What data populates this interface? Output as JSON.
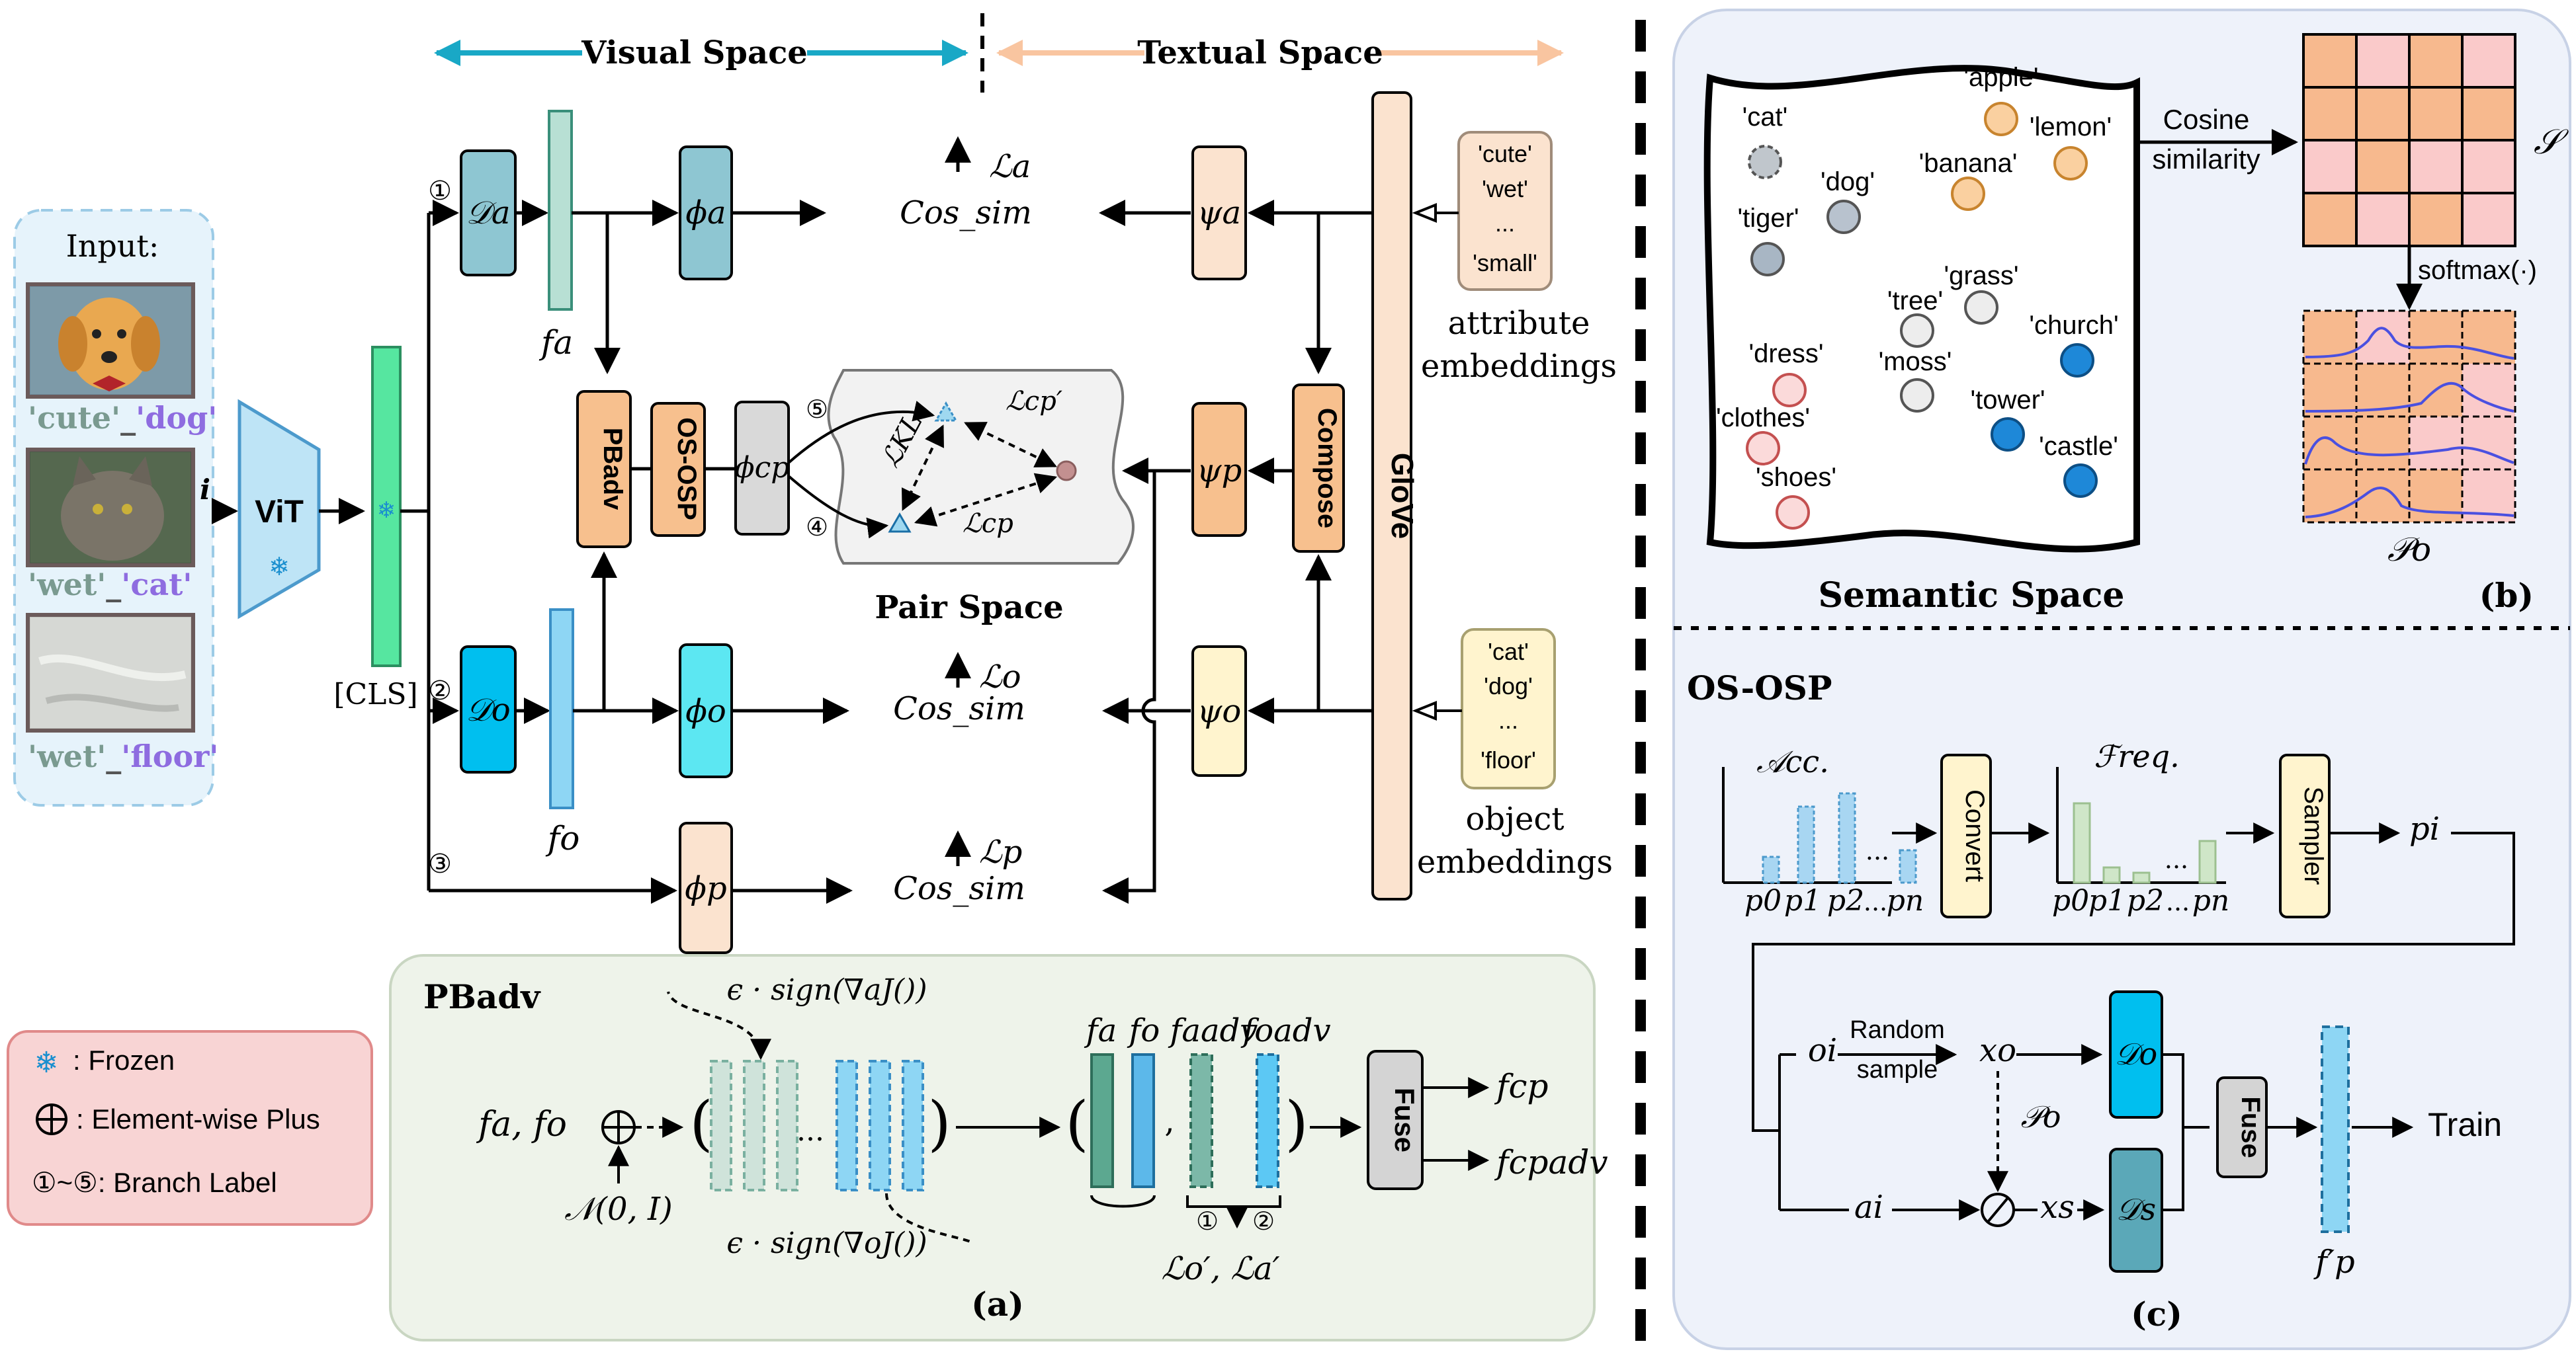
{
  "panel_a": {
    "header": {
      "visual_space": "Visual Space",
      "textual_space": "Textual Space"
    },
    "input": {
      "title": "Input:",
      "samples": [
        {
          "attr": "'cute'",
          "sep": "_",
          "obj": "'dog'"
        },
        {
          "attr": "'wet'",
          "sep": "_",
          "obj": "'cat'"
        },
        {
          "attr": "'wet'",
          "sep": "_",
          "obj": "'floor'"
        }
      ]
    },
    "i_label": "i",
    "vit_label": "ViT",
    "cls_label": "[CLS]",
    "branches": {
      "b1": "①",
      "b2": "②",
      "b3": "③",
      "b4": "④",
      "b5": "⑤"
    },
    "modules": {
      "d_a": "𝒟a",
      "d_o": "𝒟o",
      "f_a": "fa",
      "f_o": "fo",
      "phi_a": "ϕa",
      "phi_o": "ϕo",
      "phi_p": "ϕp",
      "phi_cp": "ϕcp",
      "psi_a": "ψa",
      "psi_o": "ψo",
      "psi_p": "ψp",
      "pbadv": "PBadv",
      "os_osp": "OS-OSP",
      "compose": "Compose",
      "glove": "GloVe"
    },
    "cos_sim": {
      "label": "Cos_sim",
      "loss_a": "ℒa",
      "loss_o": "ℒo",
      "loss_p": "ℒp"
    },
    "pair_space": {
      "title": "Pair Space",
      "l_kl": "ℒKL",
      "l_cp_prime": "ℒcp′",
      "l_cp": "ℒcp"
    },
    "attr_embed": {
      "items": [
        "'cute'",
        "'wet'",
        "...",
        "'small'"
      ],
      "caption_1": "attribute",
      "caption_2": "embeddings"
    },
    "obj_embed": {
      "items": [
        "'cat'",
        "'dog'",
        "...",
        "'floor'"
      ],
      "caption_1": "object",
      "caption_2": "embeddings"
    },
    "legend": {
      "frozen": ": Frozen",
      "plus": ": Element-wise Plus",
      "branch": "①~⑤: Branch Label"
    },
    "pbadv_box": {
      "title": "PBadv",
      "inputs": "fa, fo",
      "noise": "𝒩(0, I)",
      "eps_a": "ϵ · sign(∇aJ())",
      "eps_o": "ϵ · sign(∇oJ())",
      "dots": "...",
      "feat_labels": [
        "fa",
        "fo",
        "faadv",
        "foadv"
      ],
      "branch_1": "①",
      "branch_2": "②",
      "losses": "ℒo′, ℒa′",
      "fuse": "Fuse",
      "out_cp": "fcp",
      "out_cp_adv": "fcpadv"
    },
    "panel_label": "(a)"
  },
  "panel_b": {
    "semantic_space": "Semantic Space",
    "words": {
      "cat": "'cat'",
      "dog": "'dog'",
      "tiger": "'tiger'",
      "apple": "'apple'",
      "banana": "'banana'",
      "lemon": "'lemon'",
      "tree": "'tree'",
      "grass": "'grass'",
      "moss": "'moss'",
      "church": "'church'",
      "tower": "'tower'",
      "castle": "'castle'",
      "dress": "'dress'",
      "clothes": "'clothes'",
      "shoes": "'shoes'"
    },
    "cosine_1": "Cosine",
    "cosine_2": "similarity",
    "s_label": "𝒮",
    "softmax": "softmax(·)",
    "p_o": "𝒫o",
    "panel_label": "(b)"
  },
  "panel_c": {
    "title": "OS-OSP",
    "acc": "𝒜cc.",
    "freq": "ℱreq.",
    "convert": "Convert",
    "sampler": "Sampler",
    "p_i": "pi",
    "axis_labels": [
      "p0",
      "p1",
      "p2",
      "...",
      "pn"
    ],
    "dots": "...",
    "o_i": "oi",
    "a_i": "ai",
    "random_1": "Random",
    "random_2": "sample",
    "x_o": "xo",
    "x_s": "xs",
    "p_o": "𝒫o",
    "d_o": "𝒟o",
    "d_s": "𝒟s",
    "fuse": "Fuse",
    "f_p": "f′p",
    "train": "Train",
    "panel_label": "(c)"
  },
  "colors": {
    "teal": "#2BA5C2",
    "peach": "#F7B98E",
    "cyan": "#00BFEF",
    "attr_box": "#FBE3CF",
    "obj_box": "#FFF4CE",
    "panel_bg": "#EEF2FA",
    "pbadv_bg": "#EEF3EA",
    "legend_bg": "#F8D4D4"
  }
}
